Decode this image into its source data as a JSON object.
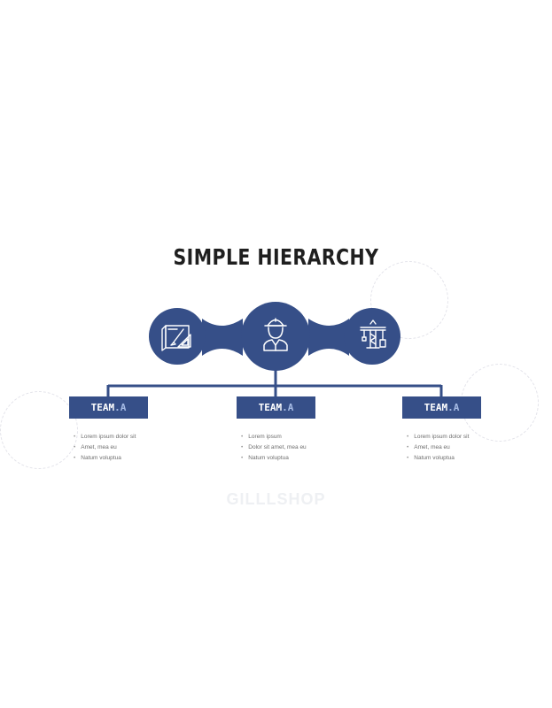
{
  "title": "SIMPLE HIERARCHY",
  "watermark": "GILLLSHOP",
  "colors": {
    "primary": "#364f88",
    "accent": "#a8bde6",
    "text": "#1f1f1f",
    "muted": "#6e6e6e"
  },
  "icons": {
    "left": "blueprint-drafting-icon",
    "center": "construction-worker-icon",
    "right": "tower-crane-icon"
  },
  "teams": [
    {
      "name": "TEAM",
      "suffix": ".A",
      "items": [
        "Lorem ipsum dolor sit",
        "Amet, mea eu",
        "Natum voluptua"
      ]
    },
    {
      "name": "TEAM",
      "suffix": ".A",
      "items": [
        "Lorem ipsum",
        "Dolor sit amet, mea eu",
        "Natum voluptua"
      ]
    },
    {
      "name": "TEAM",
      "suffix": ".A",
      "items": [
        "Lorem ipsum dolor sit",
        "Amet, mea eu",
        "Natum voluptua"
      ]
    }
  ]
}
